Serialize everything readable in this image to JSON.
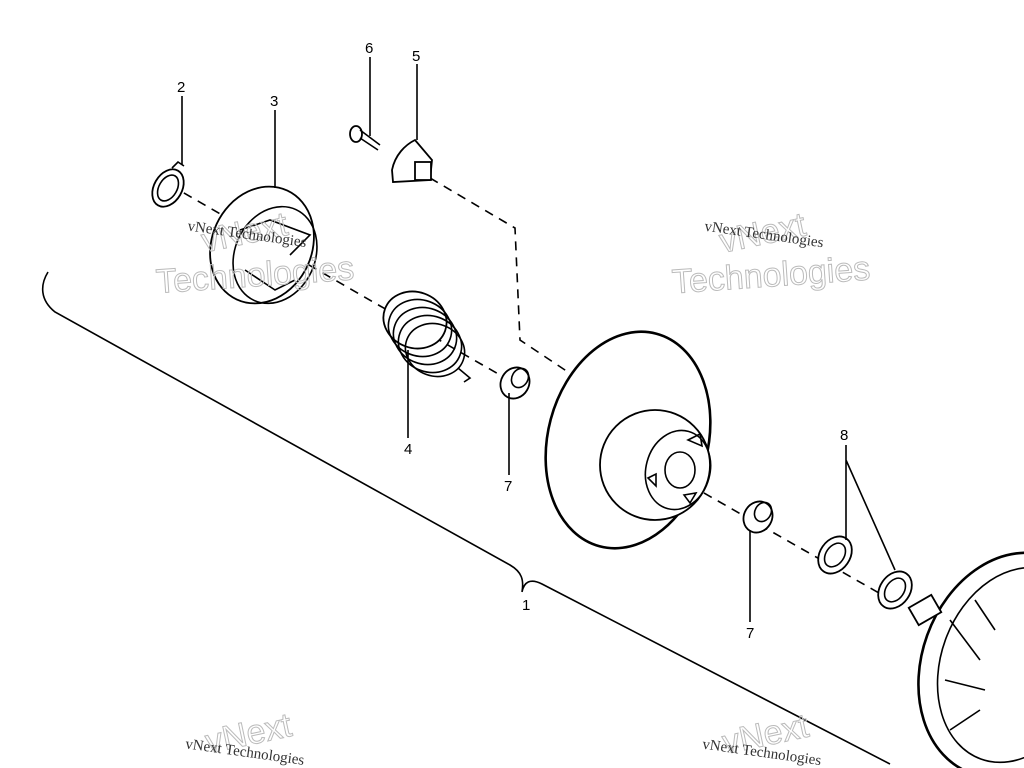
{
  "diagram": {
    "type": "exploded-parts-view",
    "callouts": [
      {
        "id": "callout-1",
        "text": "1"
      },
      {
        "id": "callout-2",
        "text": "2"
      },
      {
        "id": "callout-3",
        "text": "3"
      },
      {
        "id": "callout-4",
        "text": "4"
      },
      {
        "id": "callout-5",
        "text": "5"
      },
      {
        "id": "callout-6",
        "text": "6"
      },
      {
        "id": "callout-7a",
        "text": "7"
      },
      {
        "id": "callout-7b",
        "text": "7"
      },
      {
        "id": "callout-8",
        "text": "8"
      }
    ]
  },
  "watermark": {
    "line_small": "vNext Technologies",
    "line_big_1": "vNext",
    "line_big_2": "Technologies",
    "line_big_combined": "Technologies"
  }
}
